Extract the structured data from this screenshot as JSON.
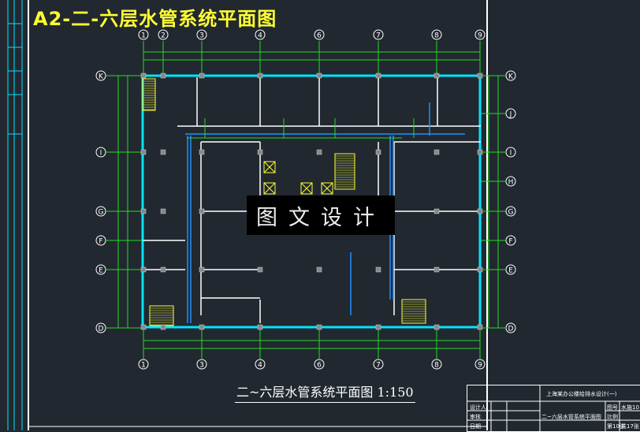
{
  "title": "A2-二-六层水管系统平面图",
  "drawing_caption": "二~六层水管系统平面图  1:150",
  "watermark": "图文设计",
  "axes": {
    "top": [
      "1",
      "2",
      "3",
      "4",
      "6",
      "7",
      "8",
      "9"
    ],
    "bottom": [
      "1",
      "3",
      "4",
      "6",
      "7",
      "8",
      "9"
    ],
    "left": [
      "K",
      "I",
      "G",
      "F",
      "E",
      "D"
    ],
    "right": [
      "K",
      "J",
      "I",
      "H",
      "G",
      "F",
      "E",
      "D"
    ]
  },
  "title_block": {
    "project": "上海某办公楼给排水设计(一)",
    "drawing_name": "二~六层水管系统平面图",
    "row_labels": [
      "设计人",
      "审核",
      "日期"
    ],
    "right_labels": [
      "图号",
      "比例",
      "第10张"
    ],
    "right_values": [
      "水施10",
      "",
      "共17张"
    ]
  },
  "colors": {
    "background": "#212830",
    "wall_outline": "#00e5ff",
    "axis_lines": "#22dd22",
    "walls": "#ffffff",
    "stairs": "#ffff33",
    "pipes": "#1e90ff"
  }
}
